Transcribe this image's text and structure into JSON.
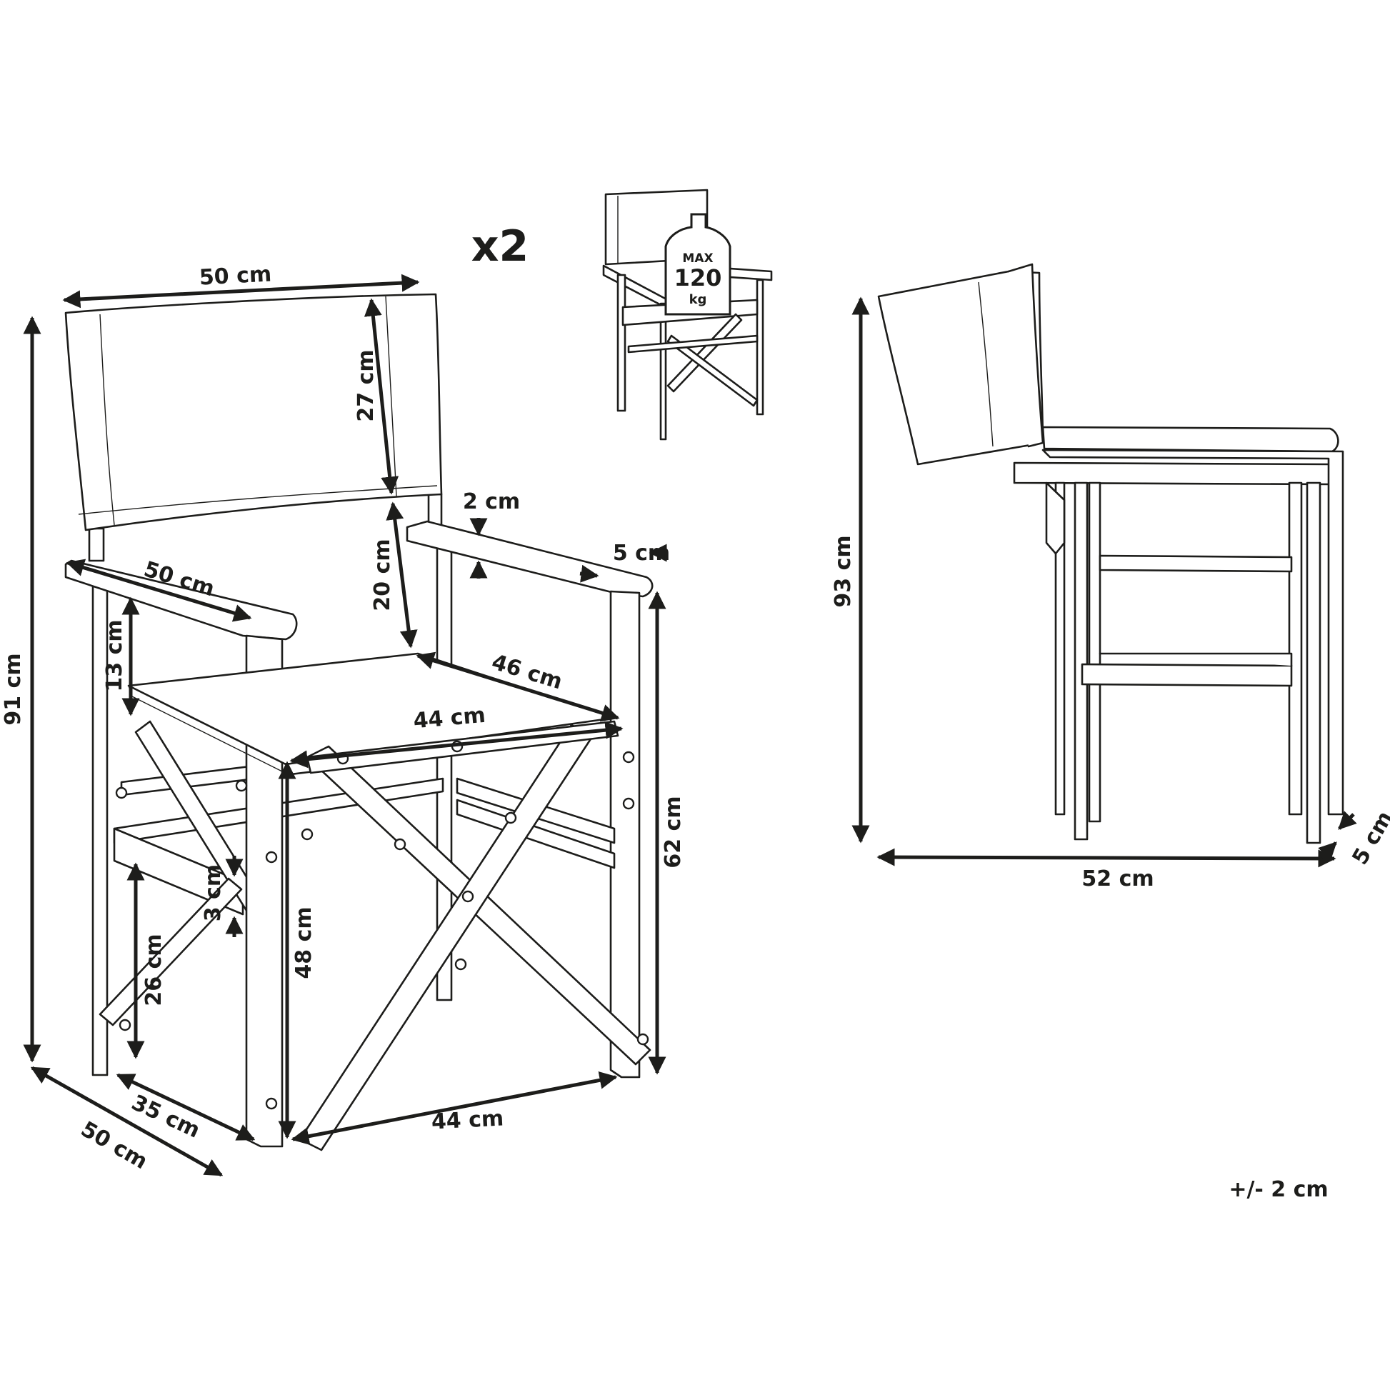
{
  "quantity": "x2",
  "weight_badge": {
    "line1": "MAX",
    "line2": "120",
    "line3": "kg"
  },
  "front_view": {
    "backrest_width": "50 cm",
    "backrest_height": "27 cm",
    "back_to_seat": "20 cm",
    "armrest_thickness": "2 cm",
    "armrest_width": "5 cm",
    "armrest_length": "50 cm",
    "armrest_to_seat": "13 cm",
    "seat_depth": "46 cm",
    "seat_width": "44 cm",
    "total_height": "91 cm",
    "armrest_height": "62 cm",
    "seat_height": "48 cm",
    "rail_thickness": "3 cm",
    "rail_height": "26 cm",
    "inner_depth": "35 cm",
    "total_depth": "50 cm",
    "bottom_width": "44 cm"
  },
  "folded_view": {
    "height": "93 cm",
    "width": "52 cm",
    "thickness": "5 cm"
  },
  "tolerance": "+/- 2 cm"
}
